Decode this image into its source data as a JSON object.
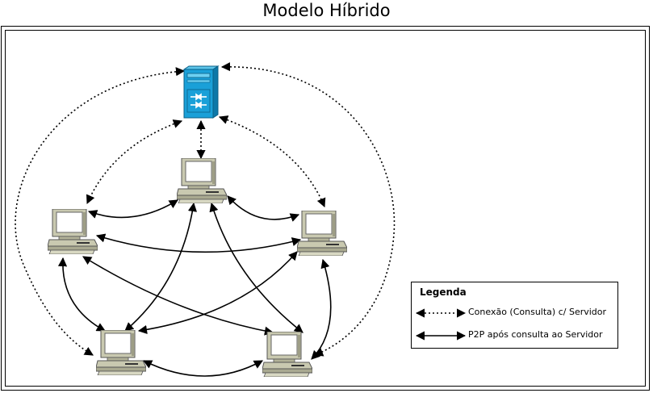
{
  "title": "Modelo Híbrido",
  "nodes": {
    "server": "server-icon",
    "computers": [
      "computer-top",
      "computer-left",
      "computer-right",
      "computer-bottom-left",
      "computer-bottom-right"
    ]
  },
  "legend": {
    "title": "Legenda",
    "dotted_label": "Conexão (Consulta) c/ Servidor",
    "solid_label": "P2P após consulta ao Servidor"
  },
  "colors": {
    "server_blue": "#1aa0d8",
    "computer_gray": "#c9c9b0",
    "screen_white": "#ffffff"
  }
}
